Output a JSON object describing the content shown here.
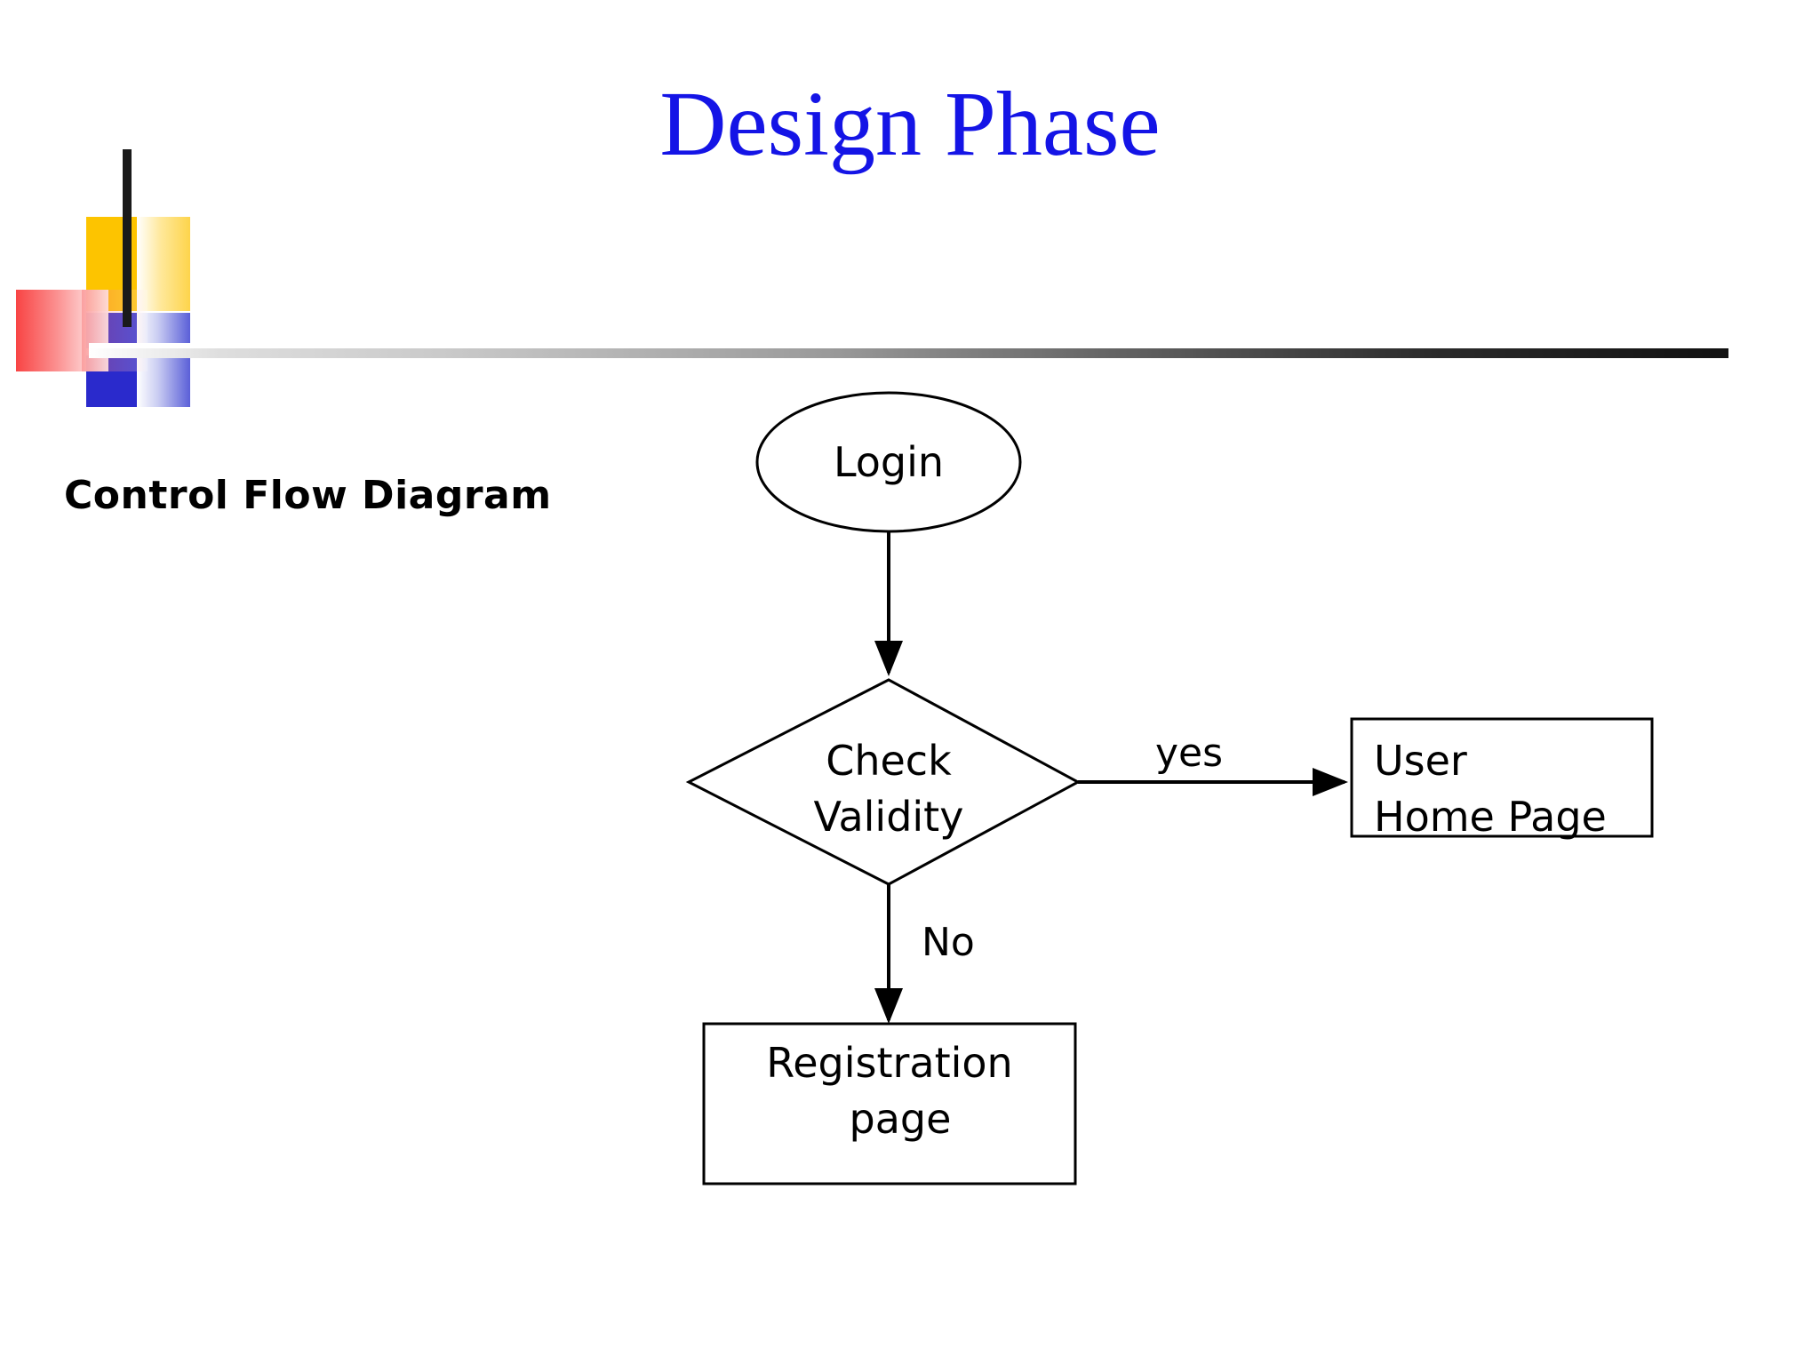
{
  "slide": {
    "title": "Design Phase",
    "title_color": "#1414e6",
    "section_caption": "Control Flow Diagram",
    "background": "#ffffff"
  },
  "decoration": {
    "name": "powerpoint-template-blocks",
    "colors": {
      "yellow": "#FDC400",
      "yellow_gradient_end": "#FDD44B",
      "red": "#F83A3A",
      "blue": "#2A2ACC",
      "blue_gradient_end": "#5A5FD8",
      "bar": "#1a1a1a"
    }
  },
  "rule": {
    "gradient_from": "#ffffff",
    "gradient_to": "#111111"
  },
  "chart_data": {
    "type": "diagram",
    "diagram_kind": "control-flow-diagram",
    "title": "Control Flow Diagram",
    "nodes": [
      {
        "id": "login",
        "shape": "ellipse",
        "label": "Login"
      },
      {
        "id": "check",
        "shape": "diamond",
        "label": "Check Validity",
        "lines": [
          "Check",
          "Validity"
        ]
      },
      {
        "id": "userhome",
        "shape": "rectangle",
        "label": "User Home Page",
        "lines": [
          "User",
          "Home Page"
        ]
      },
      {
        "id": "registration",
        "shape": "rectangle",
        "label": "Registration page",
        "lines": [
          "Registration",
          "page"
        ]
      }
    ],
    "edges": [
      {
        "from": "login",
        "to": "check",
        "label": "",
        "direction": "down"
      },
      {
        "from": "check",
        "to": "userhome",
        "label": "yes",
        "direction": "right"
      },
      {
        "from": "check",
        "to": "registration",
        "label": "No",
        "direction": "down"
      }
    ],
    "stroke_color": "#000000",
    "fill_color": "#ffffff"
  }
}
